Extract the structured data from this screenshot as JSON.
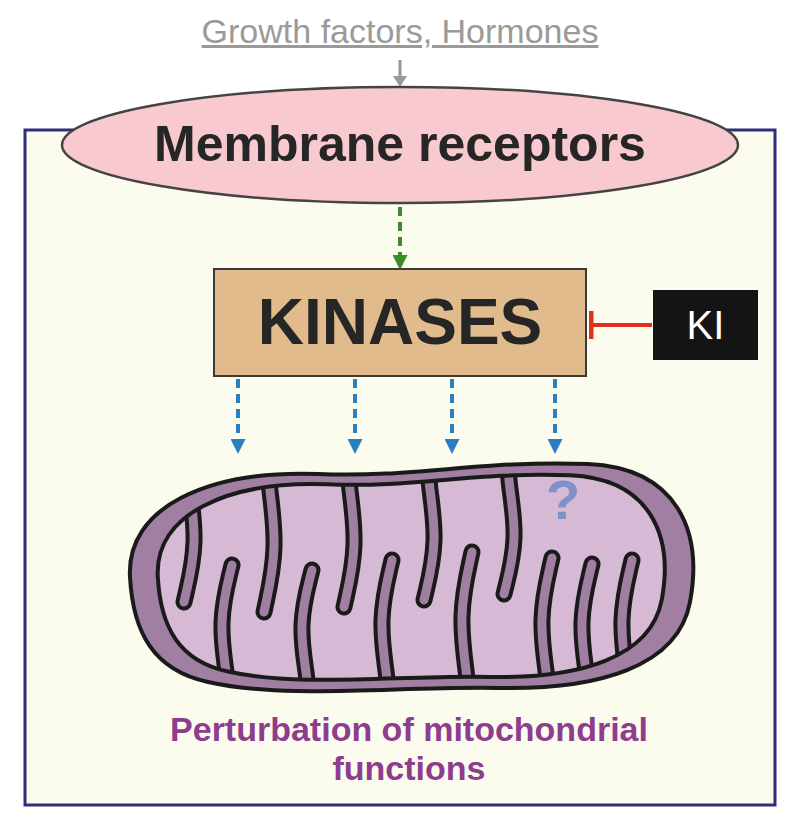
{
  "diagram": {
    "nodes": [
      {
        "text": [
          "Membrane receptors"
        ]
      },
      {
        "text": [
          "KINASES"
        ]
      },
      {
        "text": [
          "KI"
        ]
      },
      {
        "text": [
          "?",
          "Perturbation of mitochondrial functions"
        ]
      }
    ],
    "edges": [
      {
        "from": 0,
        "to": 1,
        "arrow": "to"
      },
      {
        "from": 2,
        "to": 1,
        "arrow": "to"
      },
      {
        "from": 1,
        "to": 3,
        "arrow": "to"
      },
      {
        "from": 1,
        "to": 3,
        "arrow": "to"
      },
      {
        "from": 1,
        "to": 3,
        "arrow": "to"
      },
      {
        "from": 1,
        "to": 3,
        "arrow": "to"
      }
    ],
    "labels": [
      "Growth factors, Hormones"
    ]
  }
}
